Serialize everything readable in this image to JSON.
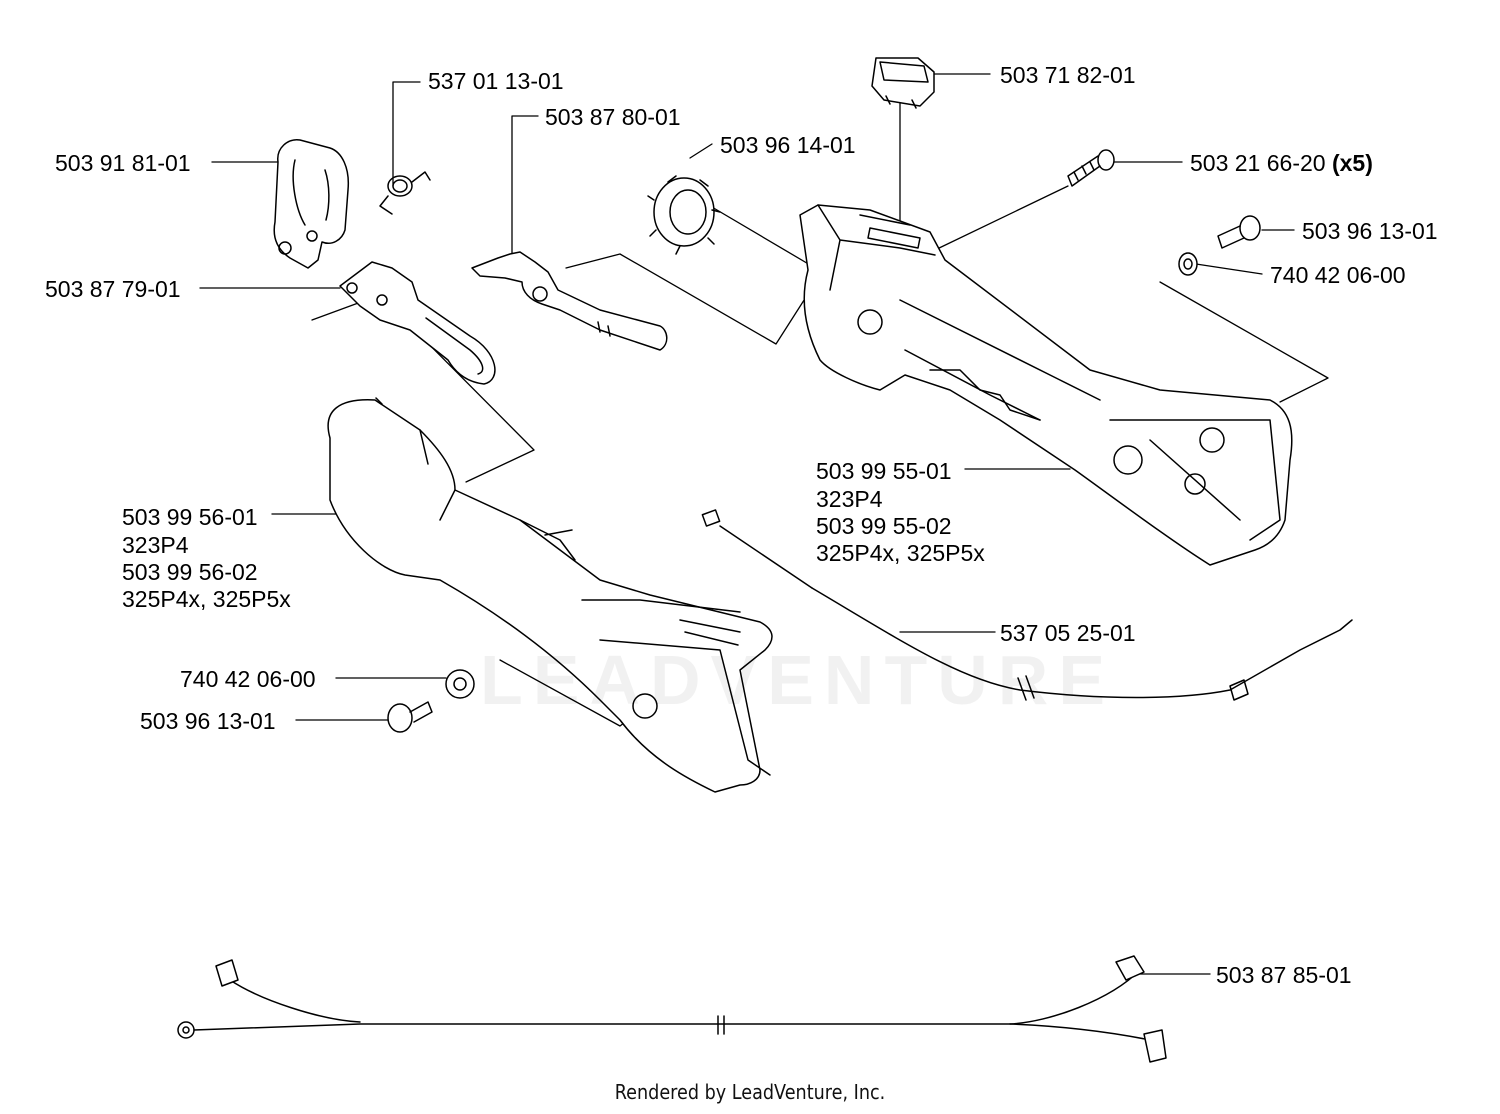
{
  "labels": {
    "p537011301": "537 01 13-01",
    "p503878001": "503 87 80-01",
    "p503918101": "503 91 81-01",
    "p503961401": "503 96 14-01",
    "p503718201": "503 71 82-01",
    "p503216620": "503 21 66-20",
    "p503216620_qty": "(x5)",
    "p503961301_top": "503 96 13-01",
    "p740420600_top": "740 42 06-00",
    "p503877901": "503 87 79-01",
    "p503995501": "503 99 55-01",
    "m323P4_a": "323P4",
    "p503995502": "503 99 55-02",
    "m325_a": "325P4x, 325P5x",
    "p503995601": "503 99 56-01",
    "m323P4_b": "323P4",
    "p503995602": "503 99 56-02",
    "m325_b": "325P4x, 325P5x",
    "p537052501": "537 05 25-01",
    "p740420600_bot": "740 42 06-00",
    "p503961301_bot": "503 96 13-01",
    "p503878501": "503 87 85-01"
  },
  "watermark": "LEADVENTURE",
  "footer": "Rendered by LeadVenture, Inc."
}
